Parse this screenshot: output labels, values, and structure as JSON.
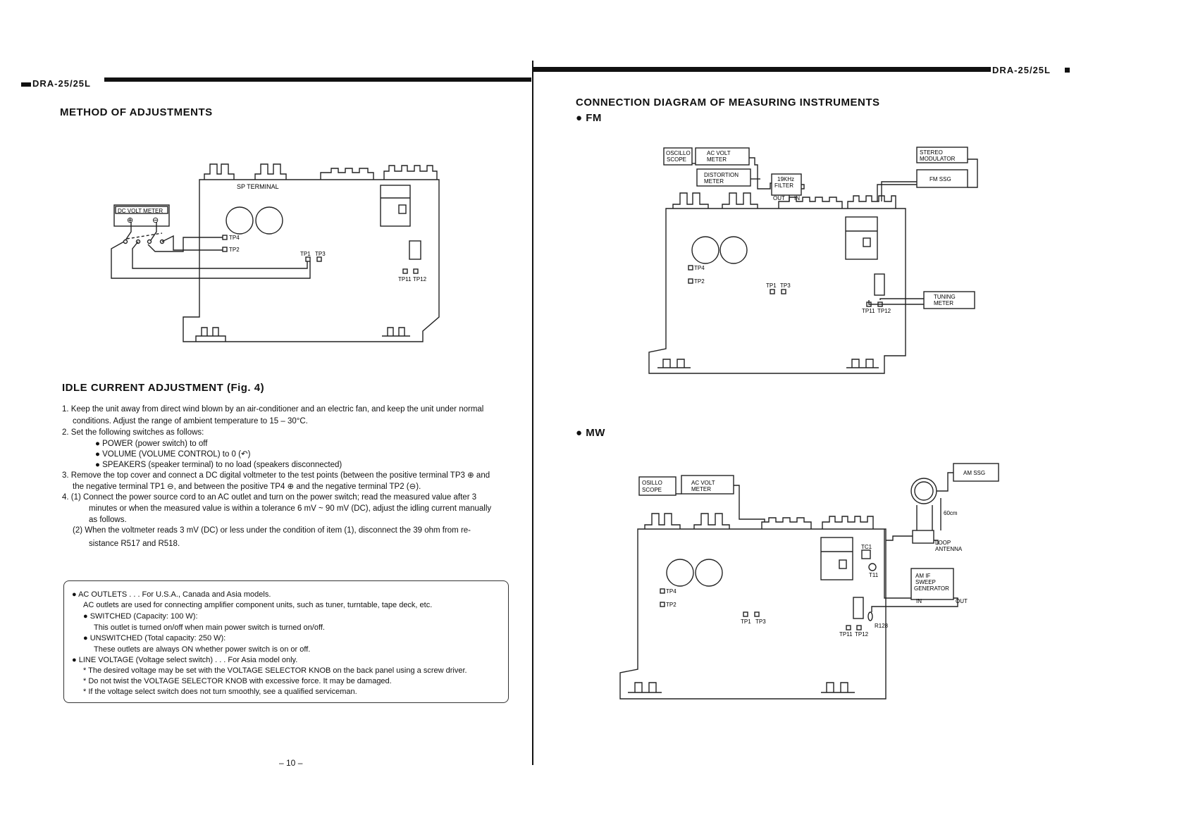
{
  "left_page": {
    "header_label": "DRA-25/25L",
    "section_title": "METHOD OF ADJUSTMENTS",
    "fig_labels": {
      "sp_terminal": "SP TERMINAL",
      "dc_volt_meter": "DC VOLT METER",
      "plus": "⊕",
      "minus": "⊖",
      "tp4": "TP4",
      "tp2": "TP2",
      "tp1": "TP1",
      "tp3": "TP3",
      "tp11": "TP11",
      "tp12": "TP12"
    },
    "idle_title": "IDLE CURRENT ADJUSTMENT (Fig. 4)",
    "steps": [
      "1. Keep the unit away from direct wind blown by an air-conditioner and an electric fan, and keep the unit under normal",
      "conditions. Adjust the range of ambient temperature to 15 – 30°C.",
      "2. Set the following switches as follows:",
      "● POWER (power switch) to off",
      "● VOLUME (VOLUME CONTROL) to 0 (↶)",
      "● SPEAKERS (speaker terminal) to no load (speakers disconnected)",
      "3. Remove the top cover and connect a DC digital voltmeter to the test points (between the positive terminal TP3 ⊕ and",
      "the negative terminal TP1 ⊖, and between the positive TP4 ⊕ and the negative terminal TP2 (⊖).",
      "4. (1) Connect the power source cord to an AC outlet and turn on the power switch; read the measured value after 3",
      "minutes or when the measured value is within a tolerance 6 mV ~ 90 mV (DC), adjust the idling current manually",
      "as follows.",
      "(2) When the voltmeter reads 3 mV (DC) or less under the condition of item (1), disconnect the 39 ohm from re-",
      "sistance R517 and R518."
    ],
    "note_lines": [
      "● AC OUTLETS . . . For U.S.A., Canada and Asia models.",
      "AC outlets are used for connecting amplifier component units, such as tuner, turntable, tape deck, etc.",
      "● SWITCHED (Capacity: 100 W):",
      "This outlet is turned on/off when main power switch is turned on/off.",
      "● UNSWITCHED (Total capacity: 250 W):",
      "These outlets are always ON whether power switch is on or off.",
      "● LINE VOLTAGE (Voltage select switch) . . . For Asia model only.",
      "* The desired voltage may be set with the VOLTAGE SELECTOR KNOB on the back panel using a screw driver.",
      "* Do not twist the VOLTAGE SELECTOR KNOB with excessive force. It may be damaged.",
      "* If the voltage select switch does not turn smoothly, see a qualified serviceman."
    ],
    "page_number": "– 10 –"
  },
  "right_page": {
    "header_label": "DRA-25/25L",
    "section_title": "CONNECTION DIAGRAM OF MEASURING INSTRUMENTS",
    "fm_label": "● FM",
    "mw_label": "● MW",
    "fm_labels": {
      "oscillo": "OSCILLO",
      "scope": "SCOPE",
      "ac_volt": "AC VOLT",
      "meter": "METER",
      "distortion": "DISTORTION",
      "distortion_meter": "METER",
      "filter_19k": "19KHz",
      "filter": "FILTER",
      "out": "OUT",
      "in": "IN",
      "stereo": "STEREO",
      "modulator": "MODULATOR",
      "fm_ssg": "FM SSG",
      "tuning": "TUNING",
      "tuning_meter": "METER",
      "tp4": "TP4",
      "tp2": "TP2",
      "tp1": "TP1",
      "tp3": "TP3",
      "tp11": "TP11",
      "tp12": "TP12"
    },
    "mw_labels": {
      "osillo": "OSILLO",
      "scope": "SCOPE",
      "ac_volt": "AC VOLT",
      "meter": "METER",
      "am_ssg": "AM SSG",
      "distance": "60cm",
      "loop": "LOOP",
      "antenna": "ANTENNA",
      "am_if": "AM IF",
      "sweep": "SWEEP",
      "generator": "GENERATOR",
      "in": "IN",
      "out": "OUT",
      "tc1": "TC1",
      "t11": "T11",
      "r128": "R128",
      "tp4": "TP4",
      "tp2": "TP2",
      "tp1": "TP1",
      "tp3": "TP3",
      "tp11": "TP11",
      "tp12": "TP12"
    }
  }
}
